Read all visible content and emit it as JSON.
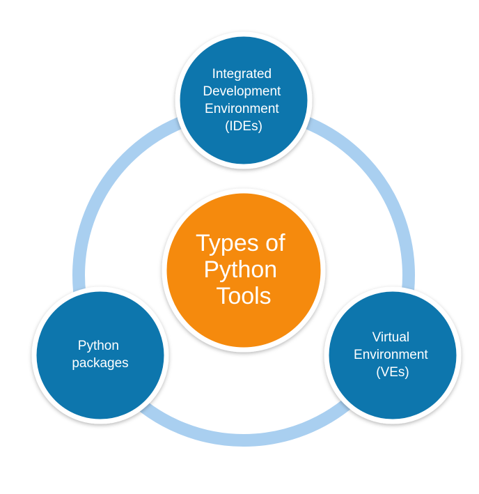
{
  "colors": {
    "ring": "#a9cff0",
    "satellite_fill": "#0c76ad",
    "center_fill": "#f58a07",
    "node_border": "#ffffff",
    "text": "#ffffff",
    "background": "#ffffff"
  },
  "center": {
    "lines": [
      "Types of",
      "Python",
      "Tools"
    ]
  },
  "nodes": {
    "ide": {
      "lines": [
        "Integrated",
        "Development",
        "Environment",
        "(IDEs)"
      ]
    },
    "packages": {
      "lines": [
        "Python",
        "packages"
      ]
    },
    "venv": {
      "lines": [
        "Virtual",
        "Environment",
        "(VEs)"
      ]
    }
  }
}
